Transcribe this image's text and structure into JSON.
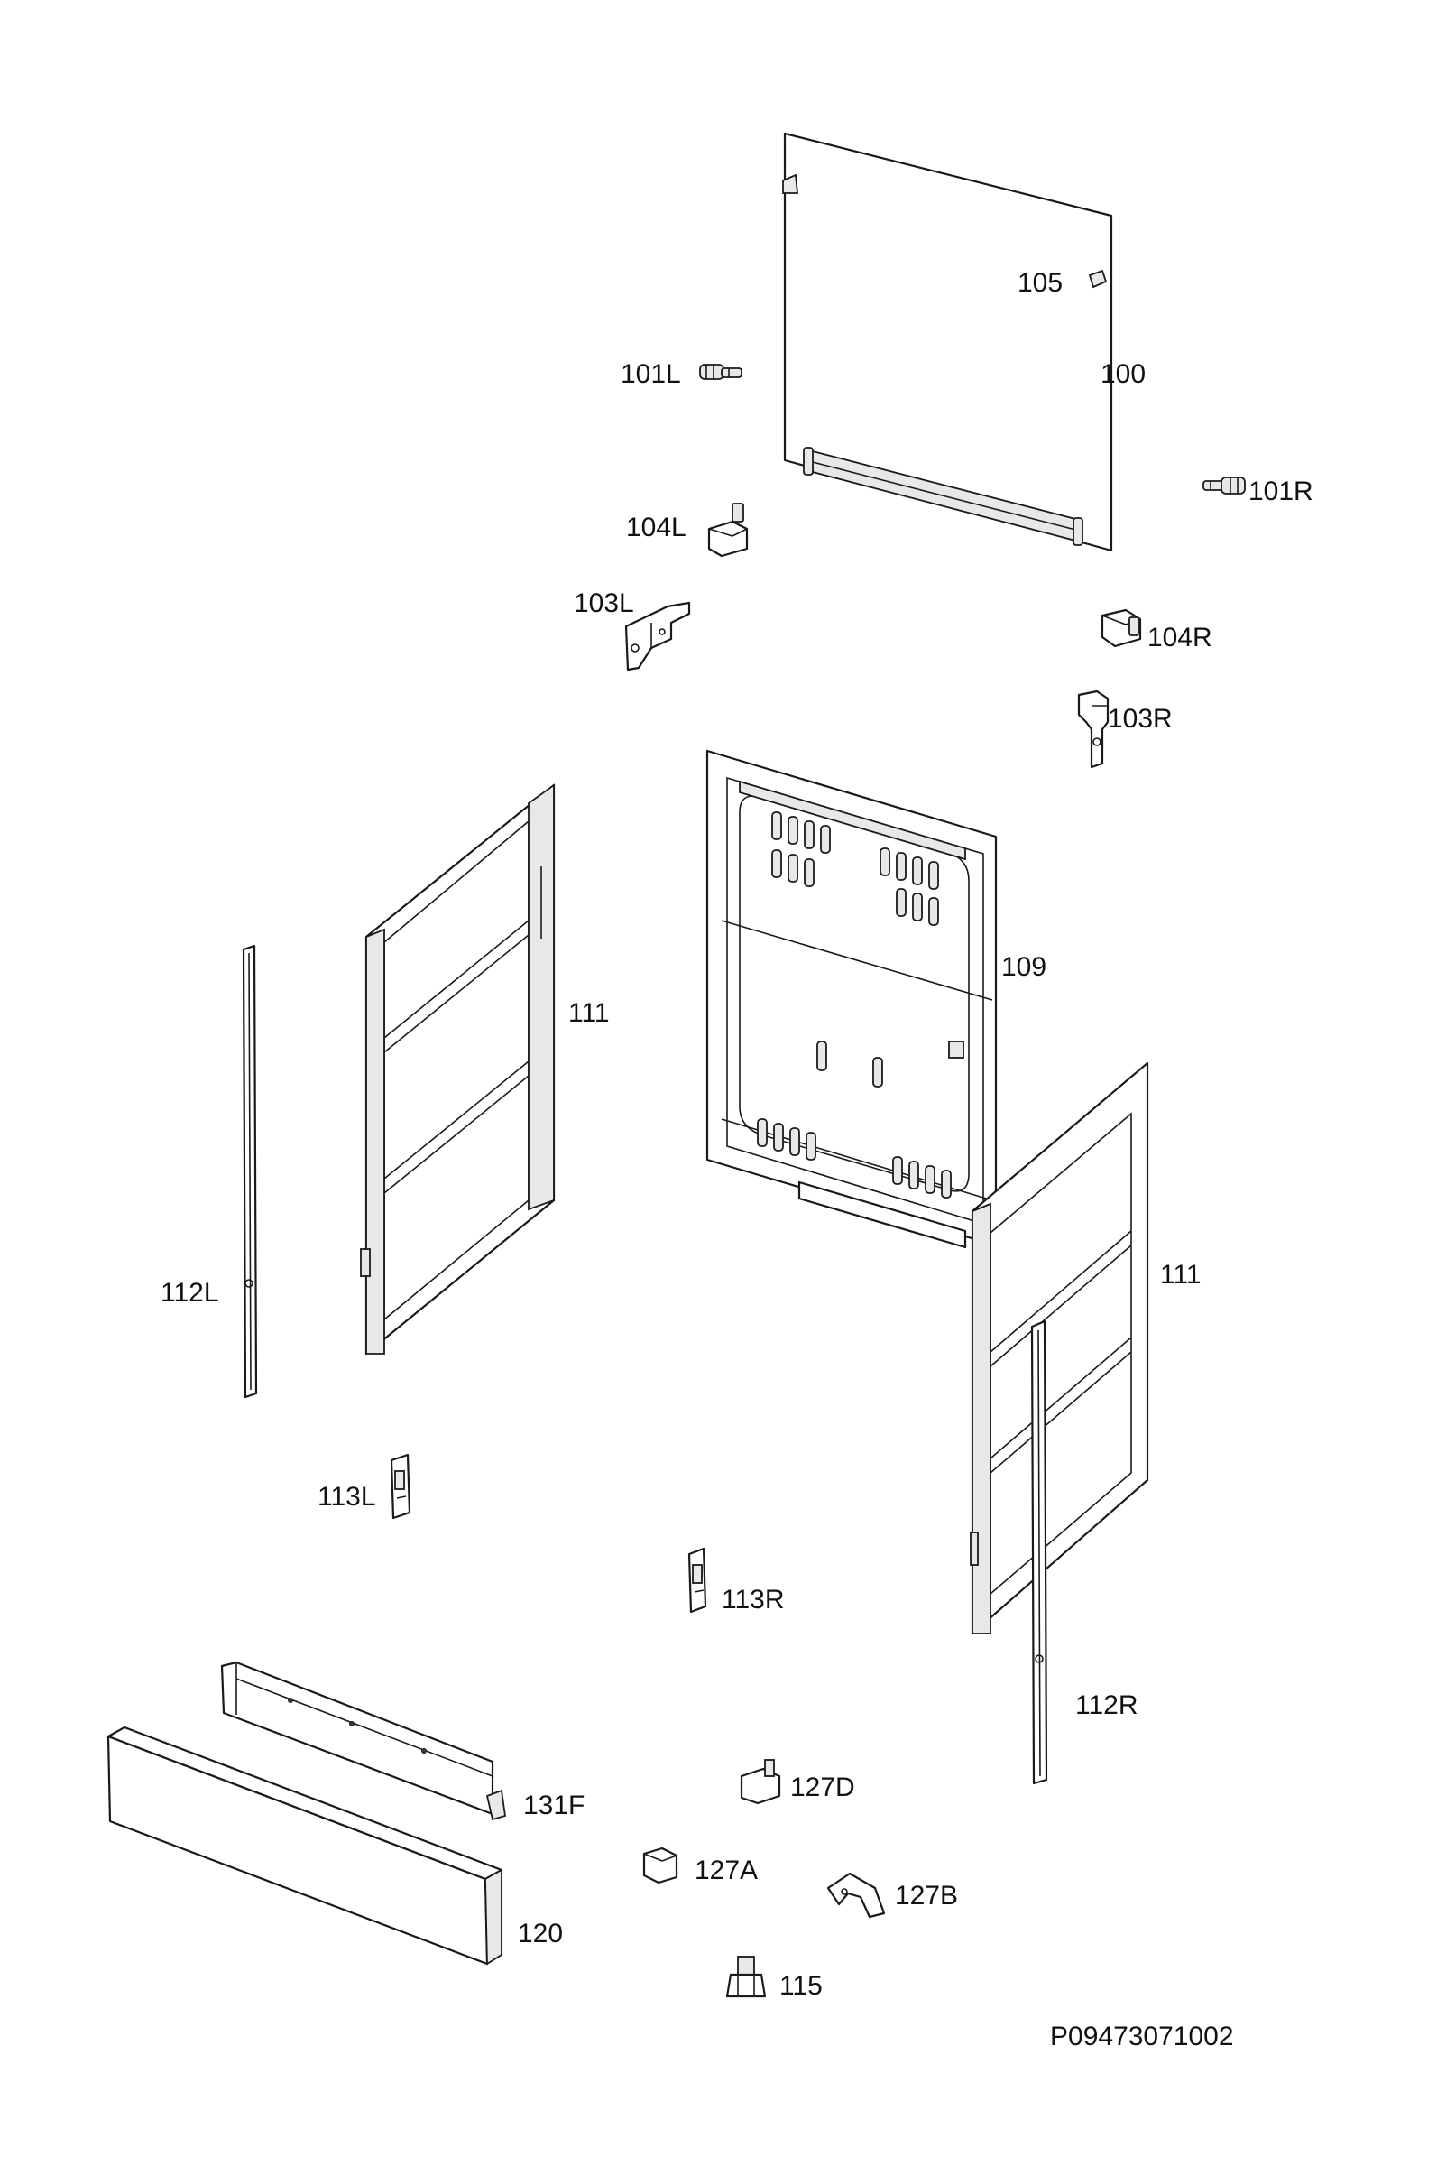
{
  "diagram": {
    "drawing_code": "P09473071002",
    "parts": [
      {
        "id": "door-panel-100",
        "label": "100"
      },
      {
        "id": "screw-105",
        "label": "105"
      },
      {
        "id": "pin-101l",
        "label": "101L"
      },
      {
        "id": "pin-101r",
        "label": "101R"
      },
      {
        "id": "bracket-104l",
        "label": "104L"
      },
      {
        "id": "bracket-104r",
        "label": "104R"
      },
      {
        "id": "bracket-103l",
        "label": "103L"
      },
      {
        "id": "bracket-103r",
        "label": "103R"
      },
      {
        "id": "back-panel-109",
        "label": "109"
      },
      {
        "id": "side-panel-111-left",
        "label": "111"
      },
      {
        "id": "side-panel-111-right",
        "label": "111"
      },
      {
        "id": "strip-112l",
        "label": "112L"
      },
      {
        "id": "strip-112r",
        "label": "112R"
      },
      {
        "id": "latch-113l",
        "label": "113L"
      },
      {
        "id": "latch-113r",
        "label": "113R"
      },
      {
        "id": "rail-131f",
        "label": "131F"
      },
      {
        "id": "plinth-120",
        "label": "120"
      },
      {
        "id": "clip-127d",
        "label": "127D"
      },
      {
        "id": "clip-127a",
        "label": "127A"
      },
      {
        "id": "clip-127b",
        "label": "127B"
      },
      {
        "id": "foot-115",
        "label": "115"
      }
    ]
  }
}
